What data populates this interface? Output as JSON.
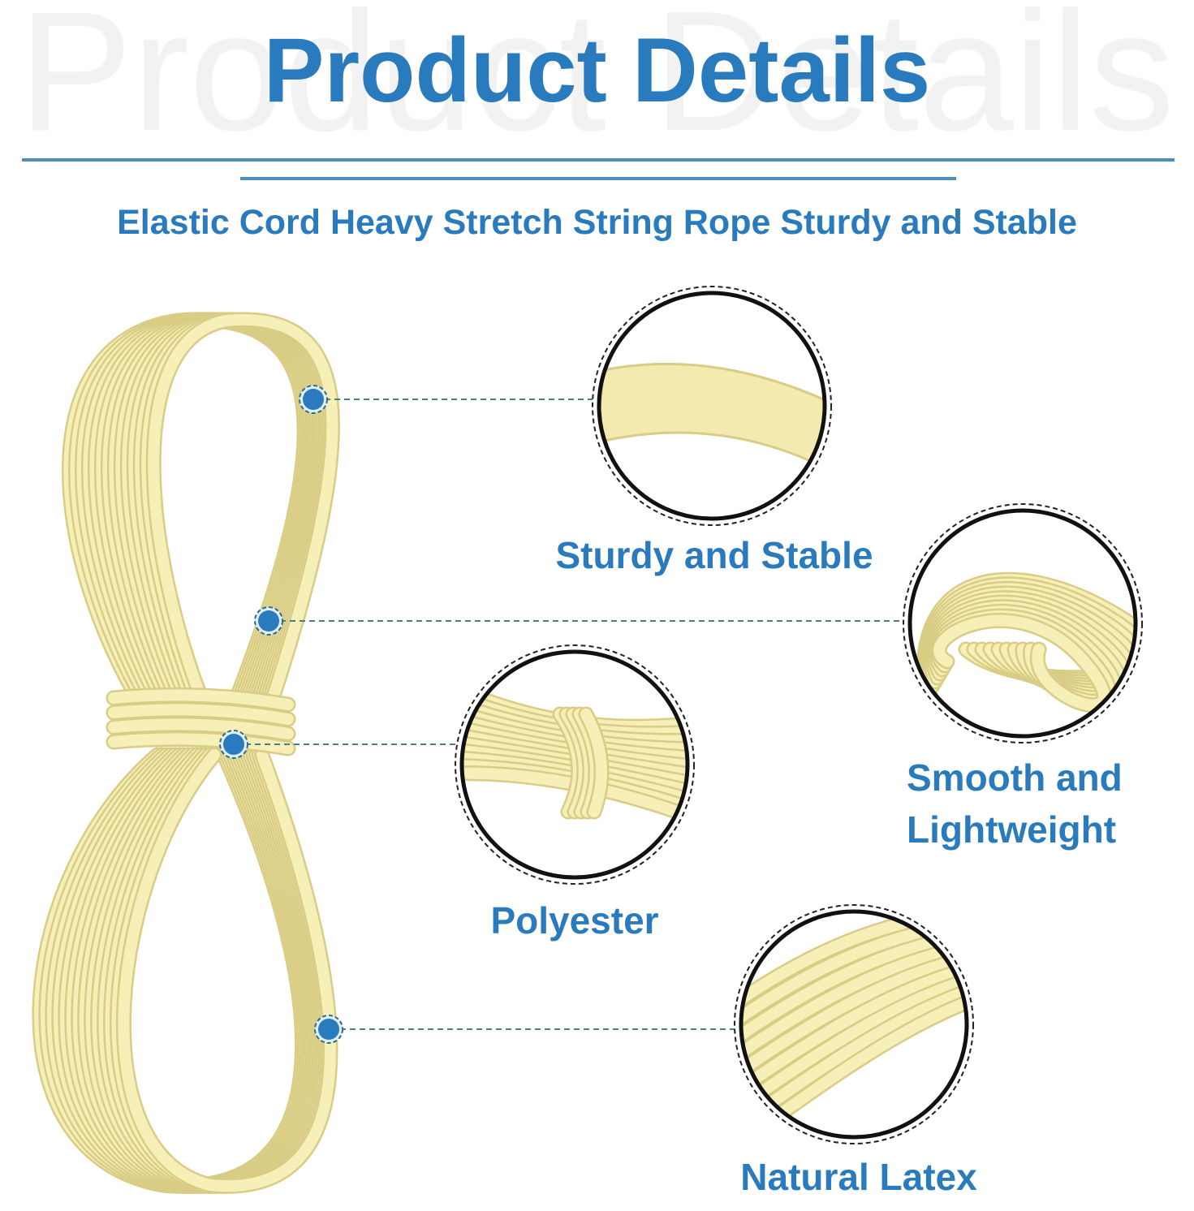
{
  "header": {
    "watermark": "Product Details",
    "title": "Product Details",
    "subtitle": "Elastic Cord Heavy Stretch String Rope Sturdy and Stable"
  },
  "features": [
    {
      "label": "Sturdy and Stable"
    },
    {
      "label_line1": "Smooth and",
      "label_line2": "Lightweight"
    },
    {
      "label": "Polyester"
    },
    {
      "label": "Natural Latex"
    }
  ],
  "colors": {
    "accent": "#2a7bbd",
    "cord": "#f6efb8",
    "cord_shadow": "#d9cc85",
    "leader": "#4a7f8a"
  }
}
